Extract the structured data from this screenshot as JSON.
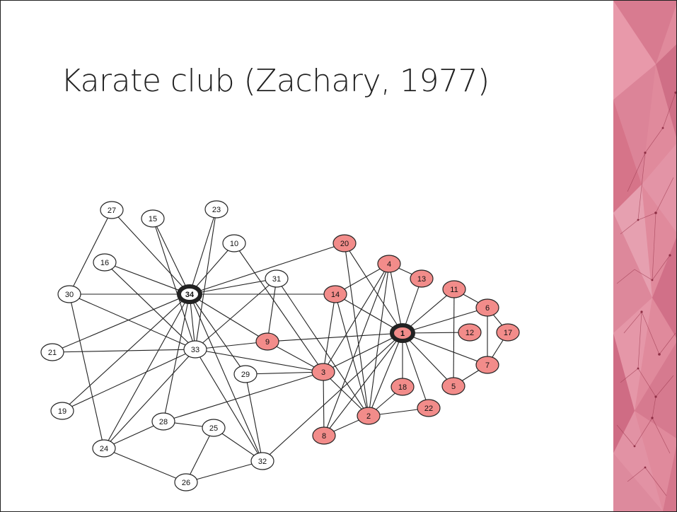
{
  "slide": {
    "title": "Karate club (Zachary, 1977)"
  },
  "colors": {
    "faction_a": "#ffffff",
    "faction_b": "#f28c8a",
    "node_stroke": "#222222",
    "edge": "#222222",
    "decor_base": "#e08a9c",
    "decor_dark": "#a24056"
  },
  "network": {
    "nodes": [
      {
        "id": "1",
        "group": "b",
        "hub": true
      },
      {
        "id": "2",
        "group": "b"
      },
      {
        "id": "3",
        "group": "b"
      },
      {
        "id": "4",
        "group": "b"
      },
      {
        "id": "5",
        "group": "b"
      },
      {
        "id": "6",
        "group": "b"
      },
      {
        "id": "7",
        "group": "b"
      },
      {
        "id": "8",
        "group": "b"
      },
      {
        "id": "9",
        "group": "b"
      },
      {
        "id": "10",
        "group": "a"
      },
      {
        "id": "11",
        "group": "b"
      },
      {
        "id": "12",
        "group": "b"
      },
      {
        "id": "13",
        "group": "b"
      },
      {
        "id": "14",
        "group": "b"
      },
      {
        "id": "15",
        "group": "a"
      },
      {
        "id": "16",
        "group": "a"
      },
      {
        "id": "17",
        "group": "b"
      },
      {
        "id": "18",
        "group": "b"
      },
      {
        "id": "19",
        "group": "a"
      },
      {
        "id": "20",
        "group": "b"
      },
      {
        "id": "21",
        "group": "a"
      },
      {
        "id": "22",
        "group": "b"
      },
      {
        "id": "23",
        "group": "a"
      },
      {
        "id": "24",
        "group": "a"
      },
      {
        "id": "25",
        "group": "a"
      },
      {
        "id": "26",
        "group": "a"
      },
      {
        "id": "27",
        "group": "a"
      },
      {
        "id": "28",
        "group": "a"
      },
      {
        "id": "29",
        "group": "a"
      },
      {
        "id": "30",
        "group": "a"
      },
      {
        "id": "31",
        "group": "a"
      },
      {
        "id": "32",
        "group": "a"
      },
      {
        "id": "33",
        "group": "a"
      },
      {
        "id": "34",
        "group": "a",
        "hub": true
      }
    ],
    "edges": [
      [
        "1",
        "2"
      ],
      [
        "1",
        "3"
      ],
      [
        "1",
        "4"
      ],
      [
        "1",
        "5"
      ],
      [
        "1",
        "6"
      ],
      [
        "1",
        "7"
      ],
      [
        "1",
        "8"
      ],
      [
        "1",
        "9"
      ],
      [
        "1",
        "11"
      ],
      [
        "1",
        "12"
      ],
      [
        "1",
        "13"
      ],
      [
        "1",
        "14"
      ],
      [
        "1",
        "18"
      ],
      [
        "1",
        "20"
      ],
      [
        "1",
        "22"
      ],
      [
        "1",
        "32"
      ],
      [
        "2",
        "3"
      ],
      [
        "2",
        "4"
      ],
      [
        "2",
        "8"
      ],
      [
        "2",
        "14"
      ],
      [
        "2",
        "18"
      ],
      [
        "2",
        "20"
      ],
      [
        "2",
        "22"
      ],
      [
        "2",
        "31"
      ],
      [
        "3",
        "4"
      ],
      [
        "3",
        "8"
      ],
      [
        "3",
        "9"
      ],
      [
        "3",
        "10"
      ],
      [
        "3",
        "14"
      ],
      [
        "3",
        "28"
      ],
      [
        "3",
        "29"
      ],
      [
        "3",
        "33"
      ],
      [
        "4",
        "8"
      ],
      [
        "4",
        "13"
      ],
      [
        "4",
        "14"
      ],
      [
        "5",
        "7"
      ],
      [
        "5",
        "11"
      ],
      [
        "6",
        "7"
      ],
      [
        "6",
        "11"
      ],
      [
        "6",
        "17"
      ],
      [
        "7",
        "17"
      ],
      [
        "9",
        "31"
      ],
      [
        "9",
        "33"
      ],
      [
        "9",
        "34"
      ],
      [
        "10",
        "34"
      ],
      [
        "14",
        "34"
      ],
      [
        "15",
        "33"
      ],
      [
        "15",
        "34"
      ],
      [
        "16",
        "33"
      ],
      [
        "16",
        "34"
      ],
      [
        "19",
        "33"
      ],
      [
        "19",
        "34"
      ],
      [
        "20",
        "34"
      ],
      [
        "21",
        "33"
      ],
      [
        "21",
        "34"
      ],
      [
        "23",
        "33"
      ],
      [
        "23",
        "34"
      ],
      [
        "24",
        "26"
      ],
      [
        "24",
        "28"
      ],
      [
        "24",
        "30"
      ],
      [
        "24",
        "33"
      ],
      [
        "24",
        "34"
      ],
      [
        "25",
        "26"
      ],
      [
        "25",
        "28"
      ],
      [
        "25",
        "32"
      ],
      [
        "26",
        "32"
      ],
      [
        "27",
        "30"
      ],
      [
        "27",
        "34"
      ],
      [
        "28",
        "34"
      ],
      [
        "29",
        "32"
      ],
      [
        "29",
        "34"
      ],
      [
        "30",
        "33"
      ],
      [
        "30",
        "34"
      ],
      [
        "31",
        "33"
      ],
      [
        "31",
        "34"
      ],
      [
        "32",
        "33"
      ],
      [
        "32",
        "34"
      ],
      [
        "33",
        "34"
      ]
    ]
  }
}
